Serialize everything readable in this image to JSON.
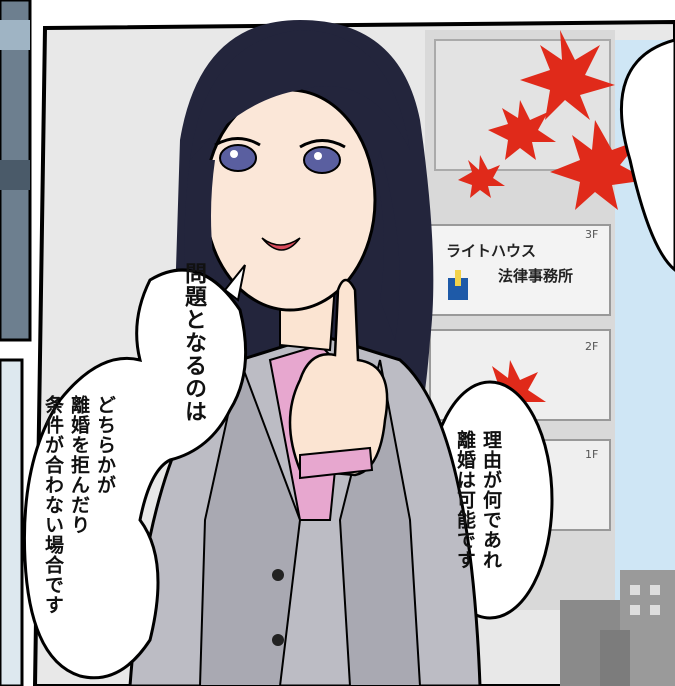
{
  "panel": {
    "sign": {
      "line1": "ライトハウス",
      "line2": "法律事務所",
      "floor": "3F"
    },
    "floors": [
      "2F",
      "1F"
    ],
    "bubbles": {
      "top_left": "問題となるのは",
      "left_body": "どちらかが\n離婚を拒んだり\n条件が合わない場合です",
      "right": "理由が何であれ\n離婚は可能です"
    }
  },
  "colors": {
    "suit": "#bcbcc4",
    "hair": "#23253c",
    "blouse": "#e7a7cf",
    "leaves": "#e02a1a",
    "sky": "#cfe6f5",
    "wall": "#e9e9e9"
  }
}
